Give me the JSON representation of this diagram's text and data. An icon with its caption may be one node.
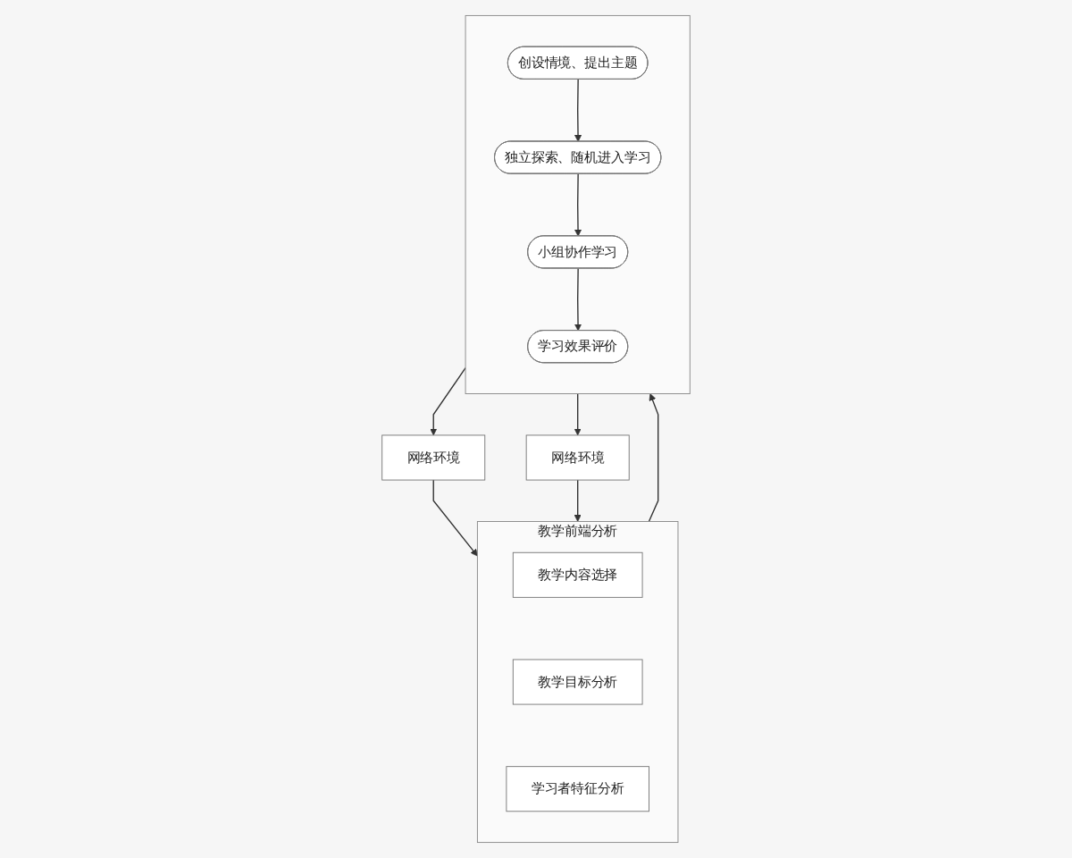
{
  "diagram": {
    "nodes": [
      {
        "text": [
          "教学前端分析"
        ]
      },
      {
        "text": [
          "教学内容选择"
        ],
        "in": 0
      },
      {
        "text": [
          "教学目标分析"
        ],
        "in": 0
      },
      {
        "text": [
          "学习者特征分析"
        ],
        "in": 0
      },
      {
        "text": [],
        "shape": "box"
      },
      {
        "text": [
          "创设情境、提出主题"
        ],
        "in": 4
      },
      {
        "text": [
          "独立探索、随机进入学习"
        ],
        "in": 4
      },
      {
        "text": [
          "小组协作学习"
        ],
        "in": 4
      },
      {
        "text": [
          "学习效果评价"
        ],
        "in": 4
      },
      {
        "text": [
          "网络环境"
        ]
      },
      {
        "text": [
          "网络环境"
        ]
      }
    ],
    "edges": [
      {
        "from": 0,
        "to": 4,
        "arrow": "to"
      },
      {
        "from": 5,
        "to": 6,
        "arrow": "to"
      },
      {
        "from": 6,
        "to": 7,
        "arrow": "to"
      },
      {
        "from": 7,
        "to": 8,
        "arrow": "to"
      },
      {
        "from": 9,
        "to": 0,
        "arrow": "to"
      },
      {
        "from": 10,
        "to": 0,
        "arrow": "to"
      },
      {
        "from": 4,
        "to": 9,
        "arrow": "to"
      },
      {
        "from": 4,
        "to": 10,
        "arrow": "to"
      }
    ]
  }
}
